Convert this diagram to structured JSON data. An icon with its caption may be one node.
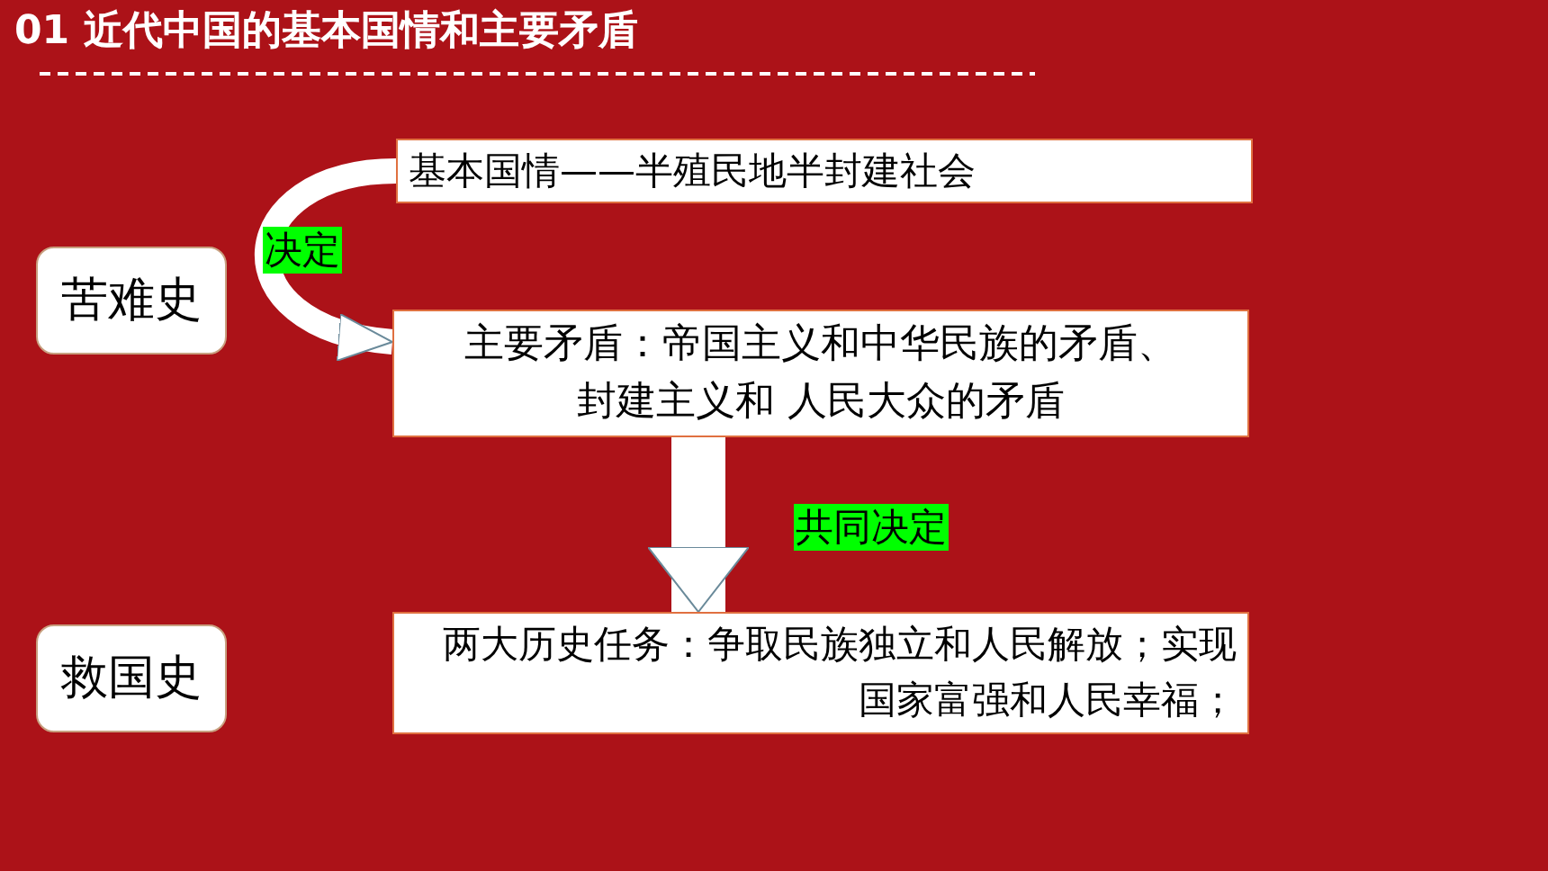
{
  "diagram": {
    "title": "01 近代中国的基本国情和主要矛盾",
    "nodes": [
      {
        "text": [
          "苦难史"
        ]
      },
      {
        "text": [
          "基本国情——半殖民地半封建社会"
        ]
      },
      {
        "text": [
          "主要矛盾：帝国主义和中华民族的矛盾、封建主义和 人民大众的矛盾"
        ]
      },
      {
        "text": [
          "救国史"
        ]
      },
      {
        "text": [
          "两大历史任务：争取民族独立和人民解放；实现国家富强和人民幸福；"
        ]
      }
    ],
    "edges": [
      {
        "from": 1,
        "to": 2,
        "arrow": "to",
        "label": "决定"
      },
      {
        "from": 2,
        "to": 4,
        "arrow": "to",
        "label": "共同决定",
        "style": "thick"
      }
    ]
  }
}
